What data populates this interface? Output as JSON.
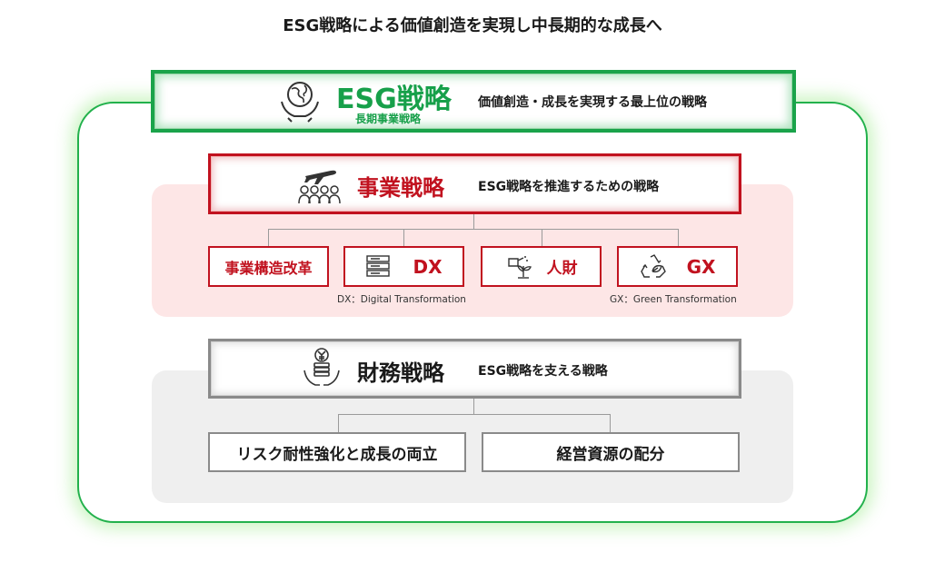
{
  "title": "ESG戦略による価値創造を実現し中長期的な成長へ",
  "esg": {
    "main": "ESG戦略",
    "sub": "長期事業戦略",
    "desc": "価値創造・成長を実現する最上位の戦略",
    "icon": "globe-hands-icon",
    "color": "#17a04a"
  },
  "business": {
    "main": "事業戦略",
    "desc": "ESG戦略を推進するための戦略",
    "icon": "airplane-people-icon",
    "color": "#c1121f",
    "items": [
      {
        "label": "事業構造改革"
      },
      {
        "label": "DX",
        "icon": "server-icon"
      },
      {
        "label": "人財",
        "icon": "watering-plant-icon"
      },
      {
        "label": "GX",
        "icon": "recycle-leaf-icon"
      }
    ],
    "notes": {
      "dx": "DX：Digital Transformation",
      "gx": "GX：Green Transformation"
    }
  },
  "finance": {
    "main": "財務戦略",
    "desc": "ESG戦略を支える戦略",
    "icon": "yen-coins-hands-icon",
    "items": [
      {
        "label": "リスク耐性強化と成長の両立"
      },
      {
        "label": "経営資源の配分"
      }
    ]
  }
}
